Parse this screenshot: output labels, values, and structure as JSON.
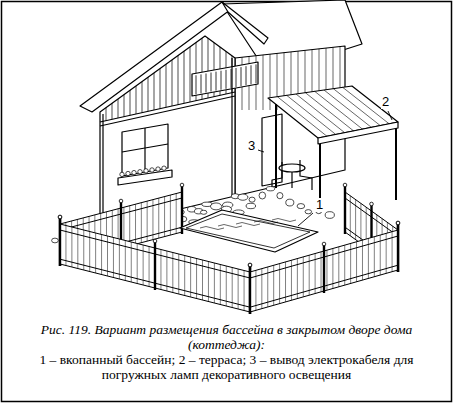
{
  "diagram": {
    "caption": "Рис. 119. Вариант размещения бассейна в закрытом дворе дома (коттеджа):",
    "labels": [
      "1",
      "2",
      "3",
      "1 – вкопанный бассейн; 2 – терраса; 3 – вывод электрокабеля для погружных ламп декоративного освещения"
    ]
  }
}
